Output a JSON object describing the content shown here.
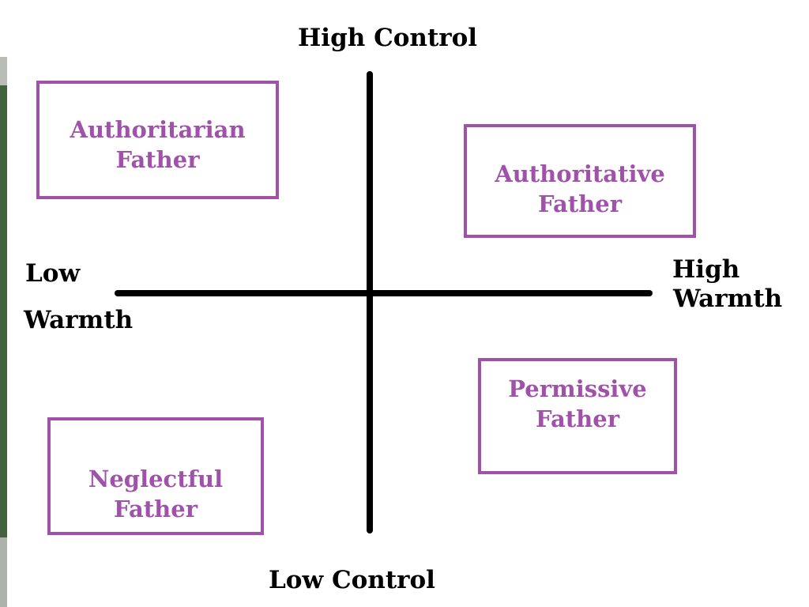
{
  "diagram": {
    "top_label": "High Control",
    "bottom_label": "Low Control",
    "left_label": {
      "line1": "Low",
      "line2": "Warmth"
    },
    "right_label": {
      "line1": "High",
      "line2": "Warmth"
    },
    "quadrants": {
      "top_left": {
        "line1": "Authoritarian",
        "line2": "Father"
      },
      "top_right": {
        "line1": "Authoritative",
        "line2": "Father"
      },
      "bottom_right": {
        "line1": "Permissive",
        "line2": "Father"
      },
      "bottom_left": {
        "line1": "Neglectful",
        "line2": "Father"
      }
    }
  },
  "colors": {
    "accent": "#a052aa",
    "axis": "#000000",
    "background": "#ffffff"
  }
}
